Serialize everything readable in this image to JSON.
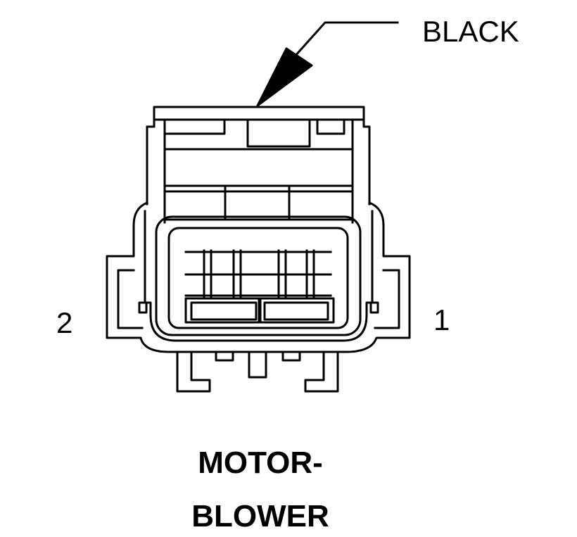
{
  "callout": {
    "label": "BLACK"
  },
  "pins": {
    "left": "2",
    "right": "1"
  },
  "title": {
    "line1": "MOTOR-",
    "line2": "BLOWER"
  },
  "colors": {
    "line": "#000000",
    "background": "#ffffff"
  }
}
